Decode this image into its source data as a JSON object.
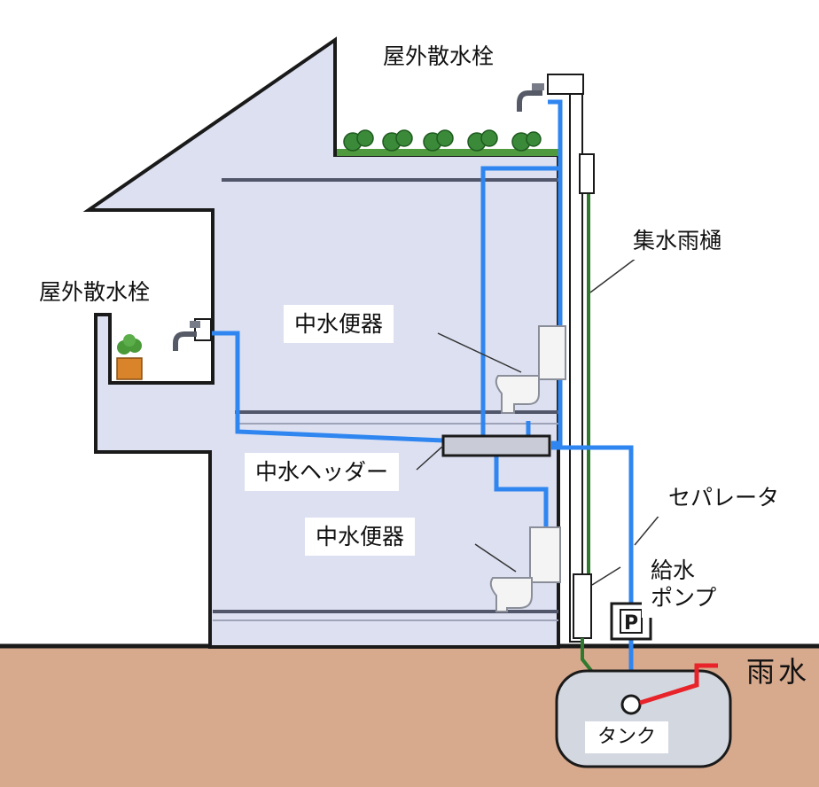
{
  "labels": {
    "roof_faucet": "屋外散水栓",
    "balcony_faucet": "屋外散水栓",
    "gutter": "集水雨樋",
    "toilet_upper": "中水便器",
    "header": "中水ヘッダー",
    "separator": "セパレータ",
    "toilet_lower": "中水便器",
    "pump_line1": "給水",
    "pump_line2": "ポンプ",
    "pump_symbol": "P",
    "rain": "雨水",
    "tank": "タンク"
  },
  "colors": {
    "house_fill": "#dce0f1",
    "wall_outline": "#1a1a1a",
    "ground": "#d7a98d",
    "blue_pipe": "#2f86f0",
    "green_gutter": "#2f7a2f",
    "red_inlet": "#e8232a",
    "plants": "#3a8a3a",
    "tank_fill": "#d3d7df"
  }
}
